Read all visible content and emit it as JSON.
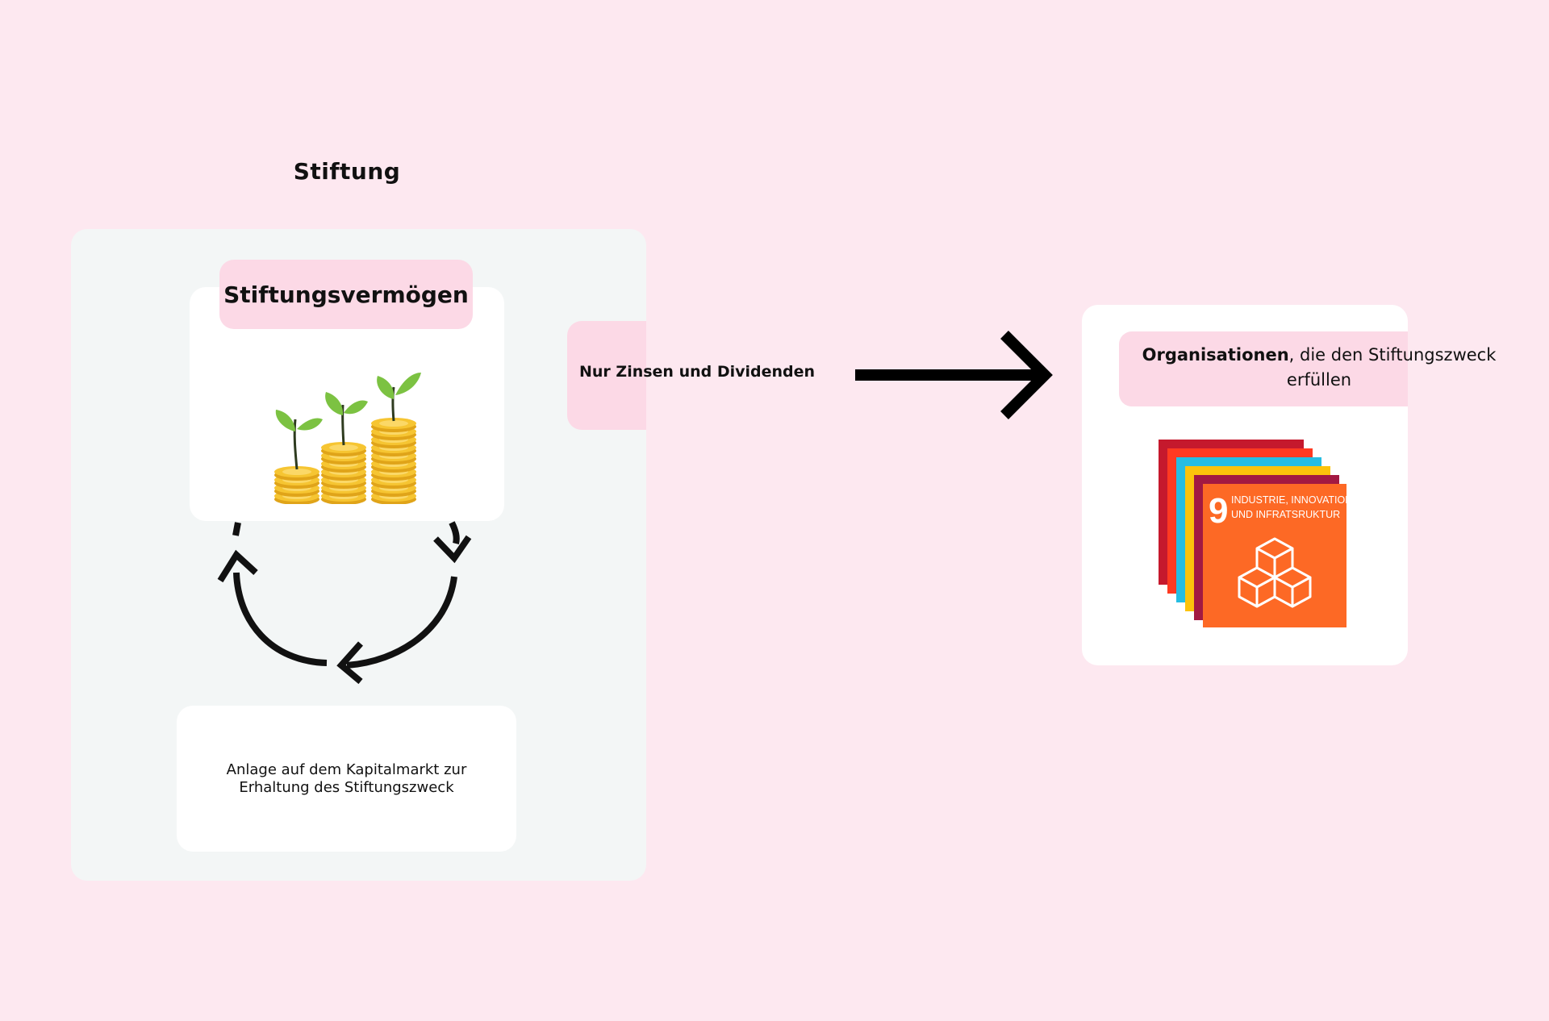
{
  "foundation": {
    "title": "Stiftung",
    "assets_label": "Stiftungsvermögen",
    "investment_text": "Anlage auf dem Kapitalmarkt zur Erhaltung des Stiftungszweck"
  },
  "flow": {
    "label": "Nur Zinsen und Dividenden"
  },
  "organizations": {
    "title_bold": "Organisationen",
    "title_rest": ", die den Stiftungszweck erfüllen"
  },
  "sdg_card": {
    "number": "9",
    "line1": "INDUSTRIE, INNOVATION",
    "line2": "UND INFRATSRUKTUR"
  },
  "colors": {
    "background": "#fde8f0",
    "panel": "#f3f6f6",
    "label_pink": "#fcd9e6",
    "sdg9_orange": "#fd6925",
    "coin_gold": "#f6c532",
    "leaf_green": "#7cc242"
  }
}
